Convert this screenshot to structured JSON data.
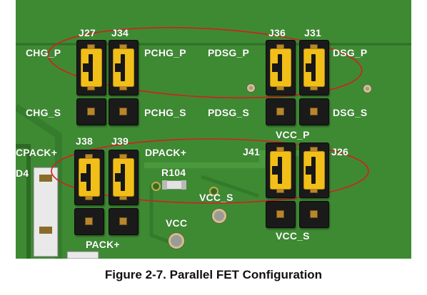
{
  "caption": "Figure 2-7. Parallel FET Configuration",
  "colors": {
    "board": "#3e8a33",
    "silk": "#ffffff",
    "shunt": "#f2bf19",
    "highlight_ellipse": "#d21f1f"
  },
  "labels": {
    "j27": "J27",
    "j34": "J34",
    "j36": "J36",
    "j31": "J31",
    "chg_p": "CHG_P",
    "pchg_p": "PCHG_P",
    "pdsg_p": "PDSG_P",
    "dsg_p": "DSG_P",
    "chg_s": "CHG_S",
    "pchg_s": "PCHG_S",
    "pdsg_s": "PDSG_S",
    "dsg_s": "DSG_S",
    "vcc_p": "VCC_P",
    "cpack": "CPACK+",
    "j38": "J38",
    "j39": "J39",
    "dpack": "DPACK+",
    "j41": "J41",
    "j26": "J26",
    "d04": "D4",
    "r104": "R104",
    "vcc_s_mid": "VCC_S",
    "vcc": "VCC",
    "pack": "PACK+",
    "vcc_s_bottom": "VCC_S"
  }
}
